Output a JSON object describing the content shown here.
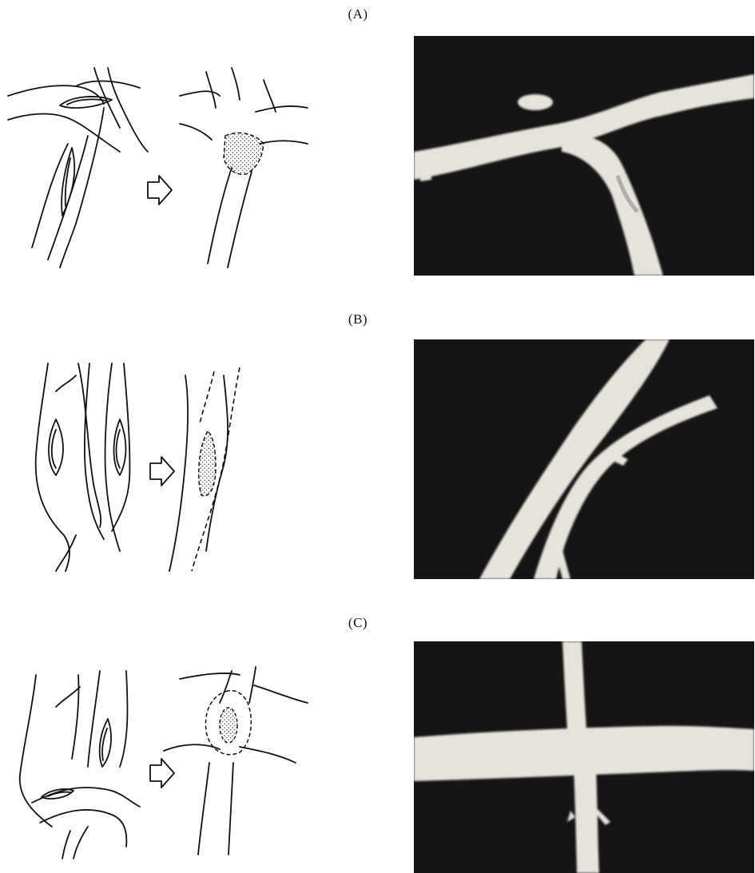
{
  "panels": [
    {
      "label": "(A)"
    },
    {
      "label": "(B)"
    },
    {
      "label": "(C)"
    }
  ],
  "colors": {
    "background": "#ffffff",
    "ink": "#111111",
    "photo_background": "#151515",
    "vessel": "#e6e3da"
  },
  "icons": {
    "arrow": "outline-right-arrow-icon",
    "stipple": "stippled-anastomosis-icon"
  }
}
